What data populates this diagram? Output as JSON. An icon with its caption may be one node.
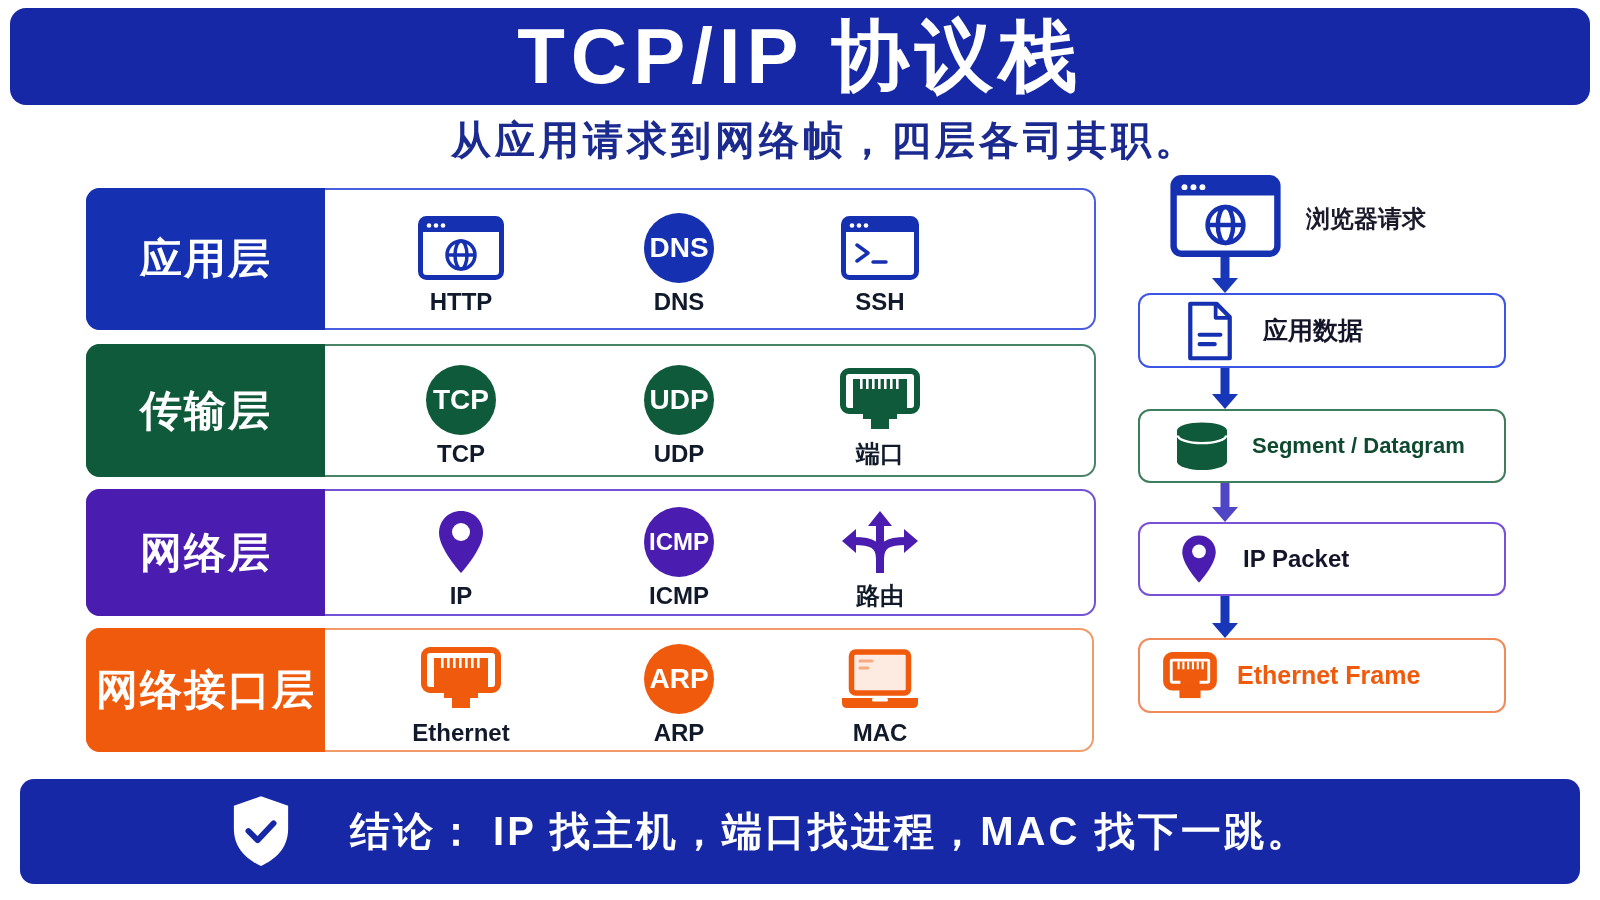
{
  "diagram": {
    "title": "TCP/IP 协议栈",
    "nodes": [
      {
        "text": [
          "应用层"
        ]
      },
      {
        "text": [],
        "shape": "picture",
        "beside": [
          "HTTP"
        ],
        "in": 0
      },
      {
        "text": [
          "DNS"
        ],
        "beside": [
          "DNS"
        ],
        "in": 0
      },
      {
        "text": [],
        "shape": "picture",
        "beside": [
          "SSH"
        ],
        "in": 0
      },
      {
        "text": [
          "传输层"
        ]
      },
      {
        "text": [
          "TCP"
        ],
        "beside": [
          "TCP"
        ],
        "in": 4
      },
      {
        "text": [
          "UDP"
        ],
        "beside": [
          "UDP"
        ],
        "in": 4
      },
      {
        "text": [],
        "shape": "picture",
        "beside": [
          "端口"
        ],
        "in": 4
      },
      {
        "text": [
          "网络层"
        ]
      },
      {
        "text": [],
        "shape": "picture",
        "beside": [
          "IP"
        ],
        "in": 8
      },
      {
        "text": [
          "ICMP"
        ],
        "beside": [
          "ICMP"
        ],
        "in": 8
      },
      {
        "text": [],
        "shape": "picture",
        "beside": [
          "路由"
        ],
        "in": 8
      },
      {
        "text": [
          "网络接口层"
        ]
      },
      {
        "text": [],
        "shape": "picture",
        "beside": [
          "Ethernet"
        ],
        "in": 12
      },
      {
        "text": [
          "ARP"
        ],
        "beside": [
          "ARP"
        ],
        "in": 12
      },
      {
        "text": [],
        "shape": "picture",
        "beside": [
          "MAC"
        ],
        "in": 12
      },
      {
        "text": [],
        "shape": "picture",
        "beside": [
          "浏览器请求"
        ]
      },
      {
        "text": [
          "应用数据"
        ]
      },
      {
        "text": [
          "Segment / Datagram"
        ]
      },
      {
        "text": [
          "IP Packet"
        ]
      },
      {
        "text": [
          "Ethernet Frame"
        ]
      }
    ],
    "edges": [
      {
        "from": 16,
        "to": 17,
        "arrow": "to"
      },
      {
        "from": 17,
        "to": 18,
        "arrow": "to"
      },
      {
        "from": 18,
        "to": 19,
        "arrow": "to",
        "color": "#4f46c6"
      },
      {
        "from": 19,
        "to": 20,
        "arrow": "to"
      }
    ],
    "labels": [
      "从应用请求到网络帧，四层各司其职。"
    ],
    "caption": "结论： IP 找主机，端口找进程，MAC 找下一跳。"
  }
}
